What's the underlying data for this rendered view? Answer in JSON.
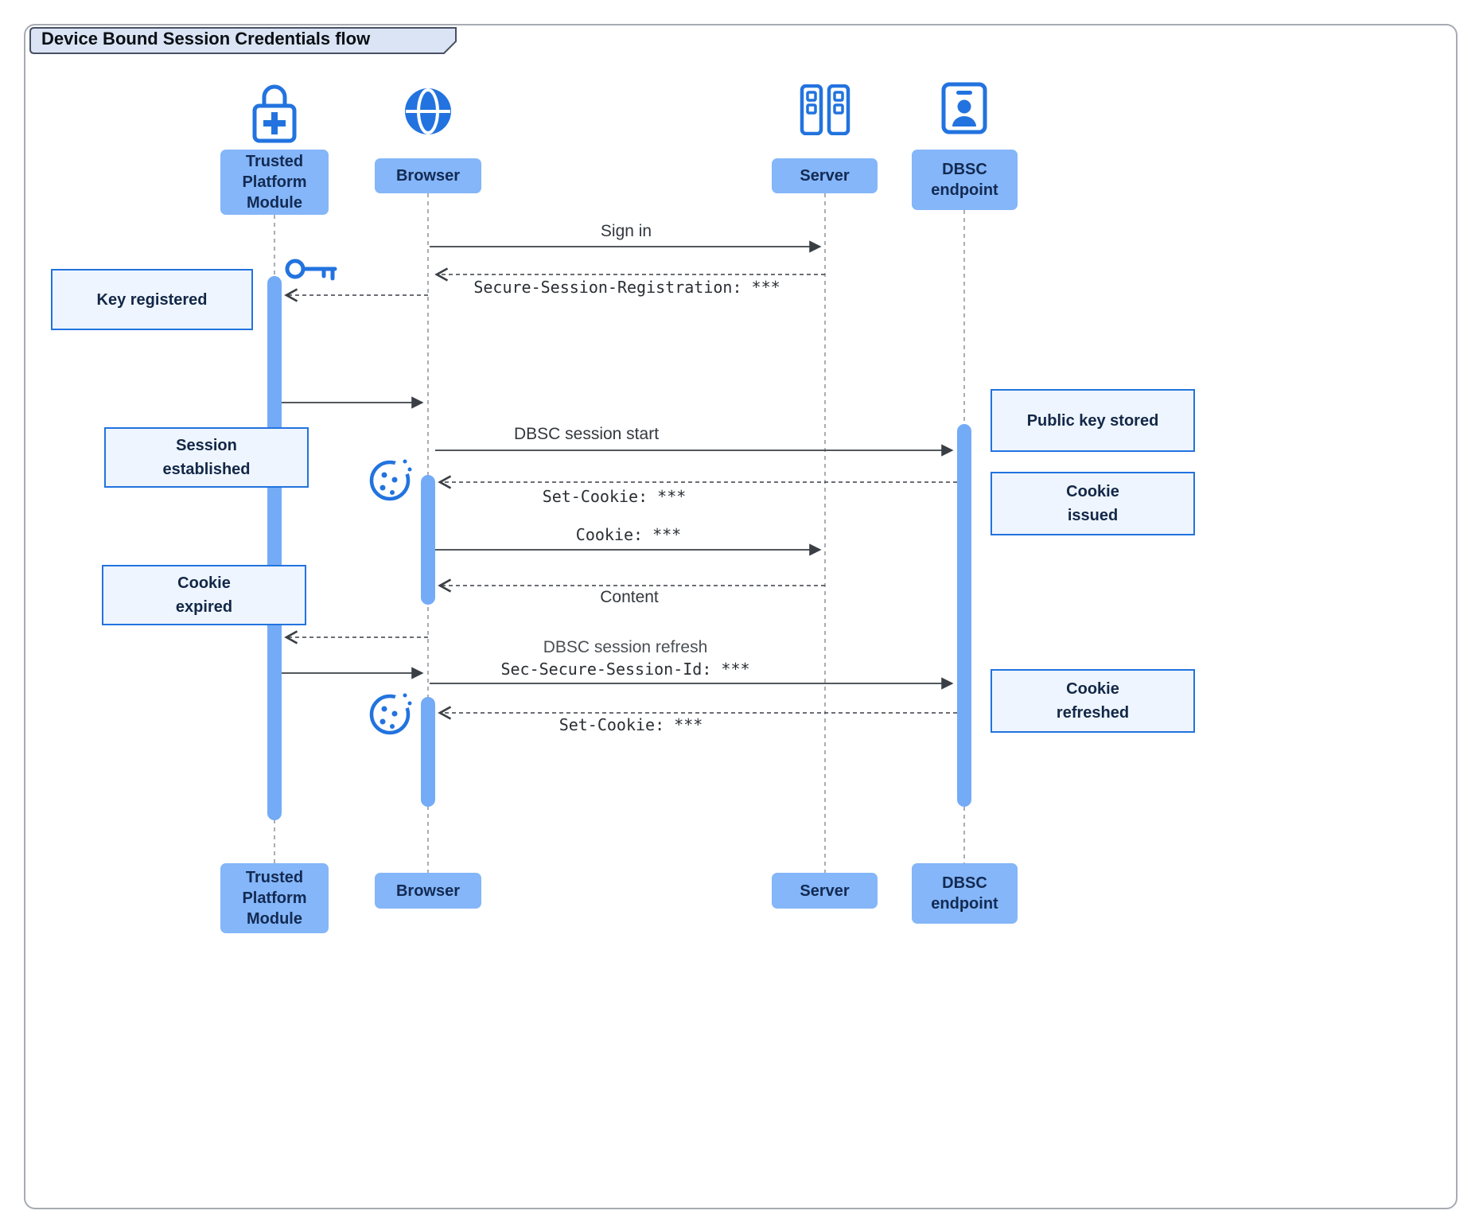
{
  "diagram": {
    "title": "Device Bound Session Credentials flow",
    "actors": [
      {
        "id": "tpm",
        "label": "Trusted Platform Module",
        "icon": "lock-plus-icon"
      },
      {
        "id": "browser",
        "label": "Browser",
        "icon": "globe-icon"
      },
      {
        "id": "server",
        "label": "Server",
        "icon": "server-rack-icon"
      },
      {
        "id": "dbsc",
        "label": "DBSC endpoint",
        "icon": "id-badge-icon"
      }
    ],
    "messages": [
      {
        "from": "Browser",
        "to": "Server",
        "label": "Sign in",
        "line": "solid"
      },
      {
        "from": "Server",
        "to": "Browser",
        "label": "Secure-Session-Registration: ***",
        "line": "dashed",
        "mono": true
      },
      {
        "from": "Browser",
        "to": "Trusted Platform Module",
        "label": "",
        "line": "dashed"
      },
      {
        "from": "Trusted Platform Module",
        "to": "Browser",
        "label": "",
        "line": "solid"
      },
      {
        "from": "Browser",
        "to": "DBSC endpoint",
        "label": "DBSC session start",
        "line": "solid"
      },
      {
        "from": "DBSC endpoint",
        "to": "Browser",
        "label": "Set-Cookie: ***",
        "line": "dashed",
        "mono": true
      },
      {
        "from": "Browser",
        "to": "Server",
        "label": "Cookie: ***",
        "line": "solid",
        "mono": true
      },
      {
        "from": "Server",
        "to": "Browser",
        "label": "Content",
        "line": "dashed"
      },
      {
        "from": "Browser",
        "to": "Trusted Platform Module",
        "label": "",
        "line": "dashed"
      },
      {
        "from": "Trusted Platform Module",
        "to": "Browser",
        "label": "",
        "line": "solid"
      },
      {
        "from": "Browser",
        "to": "DBSC endpoint",
        "label": "DBSC session refresh",
        "sublabel": "Sec-Secure-Session-Id: ***",
        "line": "solid"
      },
      {
        "from": "DBSC endpoint",
        "to": "Browser",
        "label": "Set-Cookie: ***",
        "line": "dashed",
        "mono": true
      }
    ],
    "notes": [
      {
        "text": "Key registered",
        "side": "left"
      },
      {
        "text": "Session\nestablished",
        "side": "left"
      },
      {
        "text": "Cookie\nexpired",
        "side": "left"
      },
      {
        "text": "Public key stored",
        "side": "right"
      },
      {
        "text": "Cookie\nissued",
        "side": "right"
      },
      {
        "text": "Cookie\nrefreshed",
        "side": "right"
      }
    ],
    "inline_icons": [
      "key-icon",
      "cookie-icon",
      "cookie-icon"
    ]
  },
  "colors": {
    "accent": "#2273DF",
    "actor-fill": "#84B6F9",
    "actor-text": "#132A52",
    "activation": "#74ABF6",
    "note-fill": "#EEF5FE",
    "note-border": "#2273DF",
    "line": "#8E939B",
    "arrow": "#3A3F45",
    "title-fill": "#DAE4F4",
    "title-border": "#475063",
    "frame-border": "#A7ABB3"
  }
}
